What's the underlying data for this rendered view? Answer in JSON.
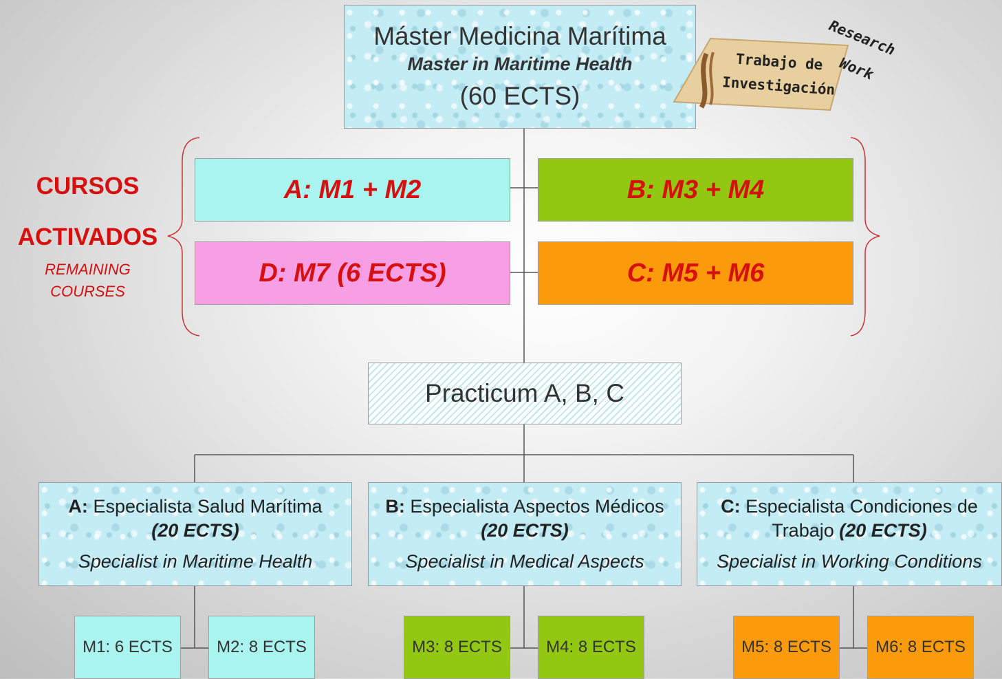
{
  "master": {
    "title_es": "Máster Medicina Marítima",
    "title_en": "Master in Maritime Health",
    "ects": "(60 ECTS)"
  },
  "research": {
    "es_line1": "Trabajo de",
    "es_line2": "Investigación",
    "en_line1": "Research",
    "en_line2": "Work"
  },
  "side": {
    "line1": "CURSOS",
    "line2": "ACTIVADOS",
    "sub1": "REMAINING",
    "sub2": "COURSES"
  },
  "courses": {
    "a": "A: M1 + M2",
    "b": "B: M3 + M4",
    "c": "C: M5 + M6",
    "d": "D: M7 (6 ECTS)"
  },
  "practicum": "Practicum A, B, C",
  "specialists": {
    "a": {
      "letter": "A:",
      "name": "Especialista Salud Marítima",
      "ects": "(20 ECTS)",
      "en": "Specialist in Maritime Health"
    },
    "b": {
      "letter": "B:",
      "name": "Especialista Aspectos Médicos",
      "ects": "(20 ECTS)",
      "en": "Specialist in Medical Aspects"
    },
    "c": {
      "letter": "C:",
      "name": "Especialista Condiciones de",
      "name2": "Trabajo",
      "ects": "(20 ECTS)",
      "en": "Specialist in Working Conditions"
    }
  },
  "modules": {
    "m1": "M1: 6 ECTS",
    "m2": "M2: 8 ECTS",
    "m3": "M3: 8 ECTS",
    "m4": "M4: 8 ECTS",
    "m5": "M5: 8 ECTS",
    "m6": "M6: 8 ECTS"
  },
  "colors": {
    "cyan": "#a9f4ef",
    "green": "#93c812",
    "orange": "#fb9a0a",
    "pink": "#f79ee4",
    "red_text": "#d60f0f"
  }
}
